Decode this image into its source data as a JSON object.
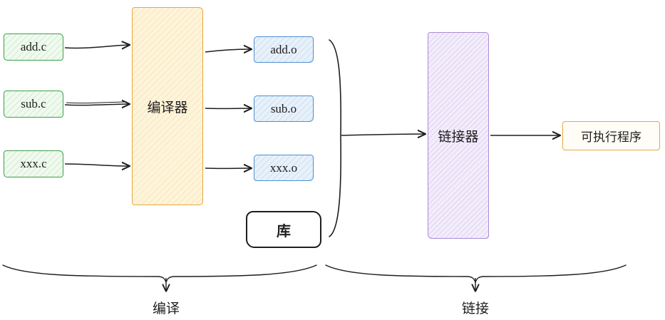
{
  "diagram": {
    "title": "compilation-and-linking-pipeline",
    "sources": [
      {
        "label": "add.c"
      },
      {
        "label": "sub.c"
      },
      {
        "label": "xxx.c"
      }
    ],
    "compiler": {
      "label": "编译器"
    },
    "objects": [
      {
        "label": "add.o"
      },
      {
        "label": "sub.o"
      },
      {
        "label": "xxx.o"
      }
    ],
    "library": {
      "label": "库"
    },
    "linker": {
      "label": "链接器"
    },
    "executable": {
      "label": "可执行程序"
    },
    "stages": [
      {
        "label": "编译"
      },
      {
        "label": "链接"
      }
    ],
    "colors": {
      "source_border": "#3da14a",
      "source_fill": "#f0faee",
      "object_border": "#4e8fd0",
      "object_fill": "#e8f1fa",
      "compiler_border": "#e9a83e",
      "compiler_fill": "#fdf4da",
      "linker_border": "#a98bd6",
      "linker_fill": "#f3edfb",
      "executable_border": "#e9a83e",
      "library_border": "#1e1e1e",
      "arrow": "#1e1e1e",
      "background": "#ffffff"
    }
  }
}
